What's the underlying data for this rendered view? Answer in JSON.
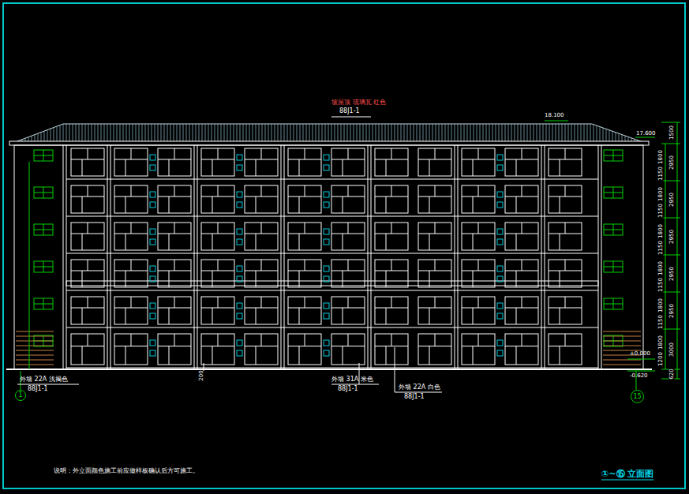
{
  "diagram": {
    "title": "①~⑮ 立面图",
    "nodes": [
      {
        "text": [
          "1"
        ]
      },
      {
        "text": [
          "15"
        ]
      }
    ],
    "labels": [
      "坡屋顶 琉璃瓦 红色",
      "88J1-1",
      "18.100",
      "17.600",
      "±0.000",
      "-0.620",
      "200",
      "外墙 22A 浅褐色",
      "88J1-1",
      "外墙 31A 米色",
      "88J1-1",
      "外墙 22A 白色",
      "88J1-1",
      "说明：外立面颜色施工前应做样板确认后方可施工。",
      "1500",
      "2950",
      "2950",
      "2950",
      "2950",
      "2950",
      "3000",
      "620",
      "1800",
      "1150",
      "1800",
      "1150",
      "1800",
      "1150",
      "1800",
      "1150",
      "1800",
      "1150",
      "1800",
      "1200"
    ]
  }
}
